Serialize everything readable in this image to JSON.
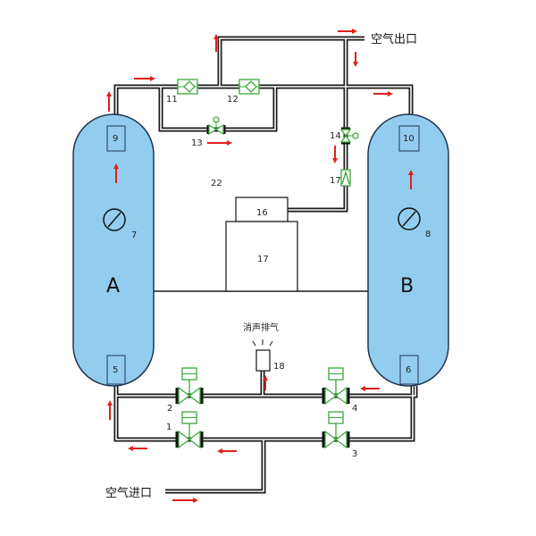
{
  "labels": {
    "outlet": "空气出口",
    "inlet": "空气进口",
    "muffler": "消声排气",
    "tank_a": "A",
    "tank_b": "B",
    "n1": "1",
    "n2": "2",
    "n3": "3",
    "n4": "4",
    "n5": "5",
    "n6": "6",
    "n7": "7",
    "n8": "8",
    "n9": "9",
    "n10": "10",
    "n11": "11",
    "n12": "12",
    "n13": "13",
    "n14": "14",
    "n16": "16",
    "n17a": "17",
    "n17b": "17",
    "n18": "18",
    "n22": "22"
  },
  "colors": {
    "tank": "#92cdef",
    "valve": "#3aa83a",
    "arrow": "#e0201b"
  }
}
